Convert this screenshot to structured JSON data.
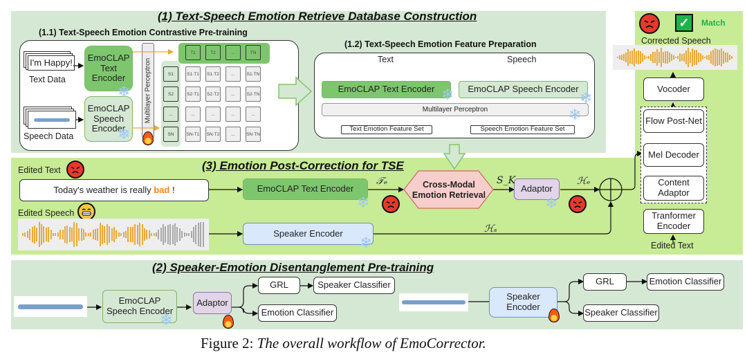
{
  "sections": {
    "s1_title": "(1) Text-Speech Emotion Retrieve Database Construction",
    "s1_1_title": "(1.1) Text-Speech Emotion Contrastive Pre-training",
    "s1_2_title": "(1.2) Text-Speech Emotion Feature Preparation",
    "s3_title": "(3) Emotion Post-Correction for TSE",
    "s2_title": "(2) Speaker-Emotion Disentanglement Pre-training"
  },
  "pretrain": {
    "text_sample": "I'm Happy!",
    "text_data_label": "Text Data",
    "speech_data_label": "Speech Data",
    "text_encoder": "EmoCLAP Text Encoder",
    "speech_encoder": "EmoCLAP Speech Encoder",
    "mlp": "Multilayer Perceptron",
    "t_header": [
      "T1",
      "T2",
      "...",
      "TN"
    ],
    "s_header": [
      "S1",
      "S2",
      "...",
      "SN"
    ],
    "matrix": [
      [
        "S1·T1",
        "S1·T2",
        "...",
        "S1·TN"
      ],
      [
        "S2·T1",
        "S2·T2",
        "...",
        "S2·TN"
      ],
      [
        "...",
        "...",
        "...",
        "..."
      ],
      [
        "SN·T1",
        "SN·T2",
        "...",
        "SN·TN"
      ]
    ]
  },
  "feature_prep": {
    "text_in": "Text",
    "speech_in": "Speech",
    "text_encoder": "EmoCLAP Text Encoder",
    "speech_encoder": "EmoCLAP Speech Encoder",
    "mlp": "Multilayer Perceptron",
    "text_set": "Text Emotion Feature Set",
    "speech_set": "Speech Emotion Feature Set"
  },
  "correction": {
    "edited_text_label": "Edited Text",
    "edited_text_prefix": "Today's weather is really ",
    "edited_text_highlight": "bad",
    "edited_text_suffix": " !",
    "edited_speech_label": "Edited Speech",
    "text_encoder": "EmoCLAP Text Encoder",
    "retrieval": "Cross-Modal Emotion Retrieval",
    "adaptor": "Adaptor",
    "speaker_encoder": "Speaker Encoder",
    "sym_te": "𝒯ₑ",
    "sym_sk": "S_K",
    "sym_he": "ℋₑ",
    "sym_hs": "ℋₛ"
  },
  "tts": {
    "match_label": "Match",
    "corrected_speech": "Corrected Speech",
    "vocoder": "Vocoder",
    "flow_postnet": "Flow Post-Net",
    "mel_decoder": "Mel Decoder",
    "content_adaptor": "Content Adaptor",
    "transformer_encoder": "Tranformer Encoder",
    "edited_text": "Edited Text"
  },
  "disentangle": {
    "speech_encoder": "EmoCLAP Speech Encoder",
    "adaptor": "Adaptor",
    "grl": "GRL",
    "speaker_classifier": "Speaker Classifier",
    "emotion_classifier": "Emotion Classifier",
    "speaker_encoder": "Speaker Encoder",
    "grl2": "GRL",
    "emotion_classifier2": "Emotion Classifier",
    "speaker_classifier2": "Speaker Classifier"
  },
  "caption": {
    "prefix": "Figure 2: ",
    "text": "The overall workflow of EmoCorrector."
  },
  "icons": {
    "frozen": "snowflake-icon",
    "trainable": "fire-icon",
    "emotion_angry": "angry-face-icon",
    "emotion_happy": "grinning-face-icon",
    "match": "checkmark-icon"
  },
  "colors": {
    "section_light_green": "#d5e8d4",
    "section_lime": "#c8eb95",
    "encoder_green": "#7ec66e",
    "speaker_blue": "#dae8fc",
    "adaptor_purple": "#e1d5e7",
    "retrieval_pink": "#f8cecc",
    "waveform_orange": "#e8a93a",
    "highlight_orange": "#f08a24",
    "match_green": "#1db34a"
  }
}
